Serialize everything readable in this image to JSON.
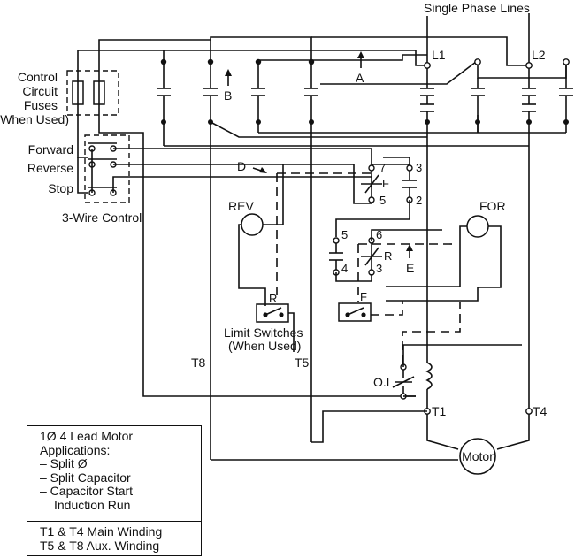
{
  "labels": {
    "lines": "Single Phase Lines",
    "l1": "L1",
    "l2": "L2",
    "a": "A",
    "b": "B",
    "d": "D",
    "e": "E",
    "fuses": [
      "Control",
      "Circuit",
      "Fuses",
      "(When Used)"
    ],
    "forward": "Forward",
    "reverse": "Reverse",
    "stop": "Stop",
    "wire_control": "3-Wire Control",
    "rev": "REV",
    "for": "FOR",
    "r": "R",
    "f": "F",
    "limit": [
      "Limit Switches",
      "(When Used)"
    ],
    "t8": "T8",
    "t5": "T5",
    "t1": "T1",
    "t4": "T4",
    "ol": "O.L.",
    "motor": "Motor",
    "n7": "7",
    "n5": "5",
    "n3": "3",
    "n2": "2",
    "n6": "6",
    "n4": "4"
  },
  "notes": {
    "title": "1Ø 4 Lead Motor",
    "apps": "Applications:",
    "items": [
      "– Split Ø",
      "– Split Capacitor",
      "– Capacitor Start"
    ],
    "cont": "Induction Run",
    "winding1": "T1 & T4 Main Winding",
    "winding2": "T5 & T8 Aux. Winding"
  }
}
